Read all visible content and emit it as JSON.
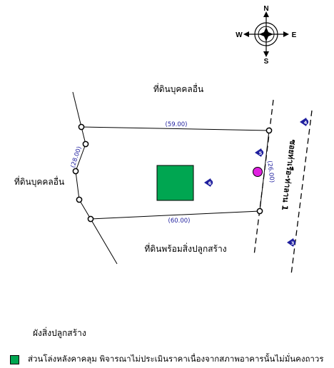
{
  "compass": {
    "north": "N",
    "south": "S",
    "east": "E",
    "west": "W"
  },
  "neighbors": {
    "top": "ที่ดินบุคคลอื่น",
    "left": "ที่ดินบุคคลอื่น",
    "bottom": "ที่ดินพร้อมสิ่งปลูกสร้าง"
  },
  "road_label": "ซอยท่าเรือ-ท่าลาน 1",
  "dimensions": {
    "top": "(59.00)",
    "bottom": "(60.00)",
    "left": "(28.00)",
    "right": "(26.00)"
  },
  "markers": [
    {
      "label": "4"
    },
    {
      "label": "5"
    },
    {
      "label": "6"
    },
    {
      "label": "3"
    }
  ],
  "legend": {
    "title": "ผังสิ่งปลูกสร้าง",
    "items": [
      {
        "color": "#00a651",
        "text": "ส่วนโล่งหลังคาคลุม พิจารณาไม่ประเมินราคาเนื่องจากสภาพอาคารนั้นไม่มั่นคงถาวร"
      }
    ]
  },
  "colors": {
    "building": "#00a651",
    "marker": "#1f1f9e",
    "point_magenta": "#e020e0",
    "dimension_text": "#1f1f9e"
  }
}
